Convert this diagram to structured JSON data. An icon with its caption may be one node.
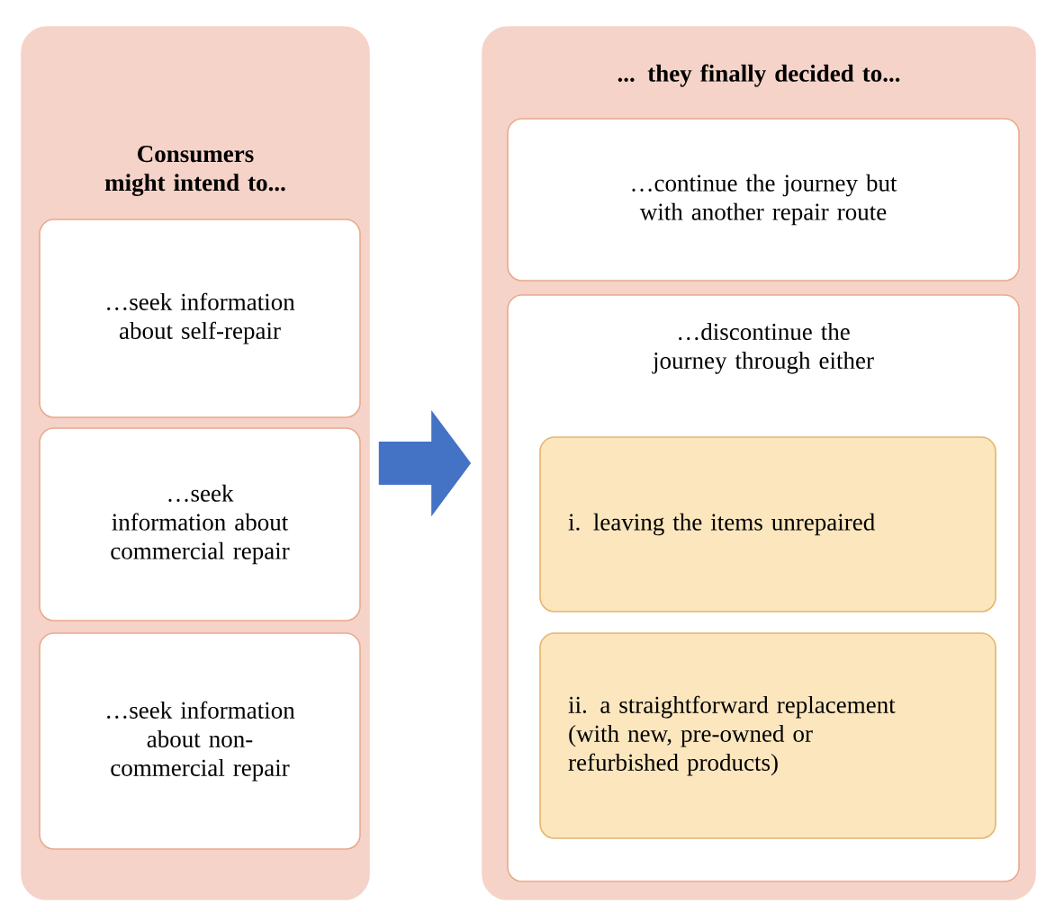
{
  "diagram": {
    "nodes": [
      {
        "text": [
          "Consumers might intend to..."
        ]
      },
      {
        "text": [
          "…seek information about self-repair"
        ],
        "in": 0
      },
      {
        "text": [
          "…seek information about commercial repair"
        ],
        "in": 0
      },
      {
        "text": [
          "…seek information about non-commercial repair"
        ],
        "in": 0
      },
      {
        "text": [
          "... they finally decided to..."
        ]
      },
      {
        "text": [
          "…continue the journey but with another repair route"
        ],
        "in": 4
      },
      {
        "text": [
          "…discontinue the journey through either"
        ],
        "in": 4
      },
      {
        "text": [
          "i. leaving the items unrepaired"
        ],
        "in": 6
      },
      {
        "text": [
          "ii. a straightforward replacement (with new, pre-owned or refurbished products)"
        ],
        "in": 6
      }
    ],
    "edges": [
      {
        "from": 0,
        "to": 4,
        "arrow": "to"
      }
    ]
  }
}
